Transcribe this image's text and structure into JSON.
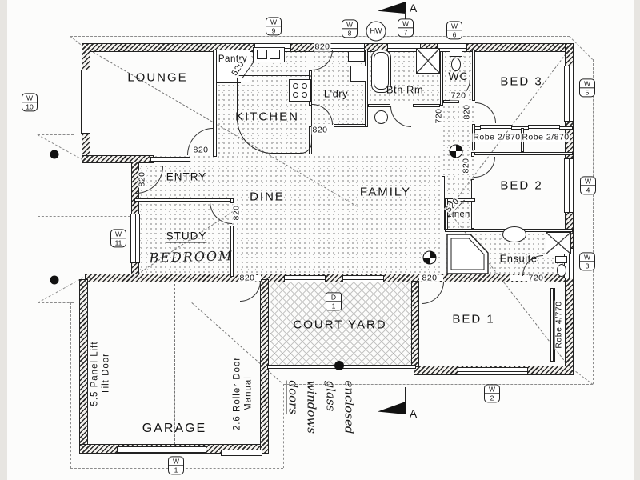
{
  "rooms": {
    "lounge": "LOUNGE",
    "pantry": "Pantry",
    "kitchen": "KITCHEN",
    "laundry": "L'dry",
    "bathroom": "Bth Rm",
    "wc": "WC",
    "bed3": "BED 3",
    "bed2": "BED 2",
    "entry": "ENTRY",
    "dine": "DINE",
    "family": "FAMILY",
    "study": "STUDY",
    "linen": "Linen",
    "ensuite": "Ensuite",
    "courtyard": "COURT YARD",
    "bed1": "BED 1",
    "garage": "GARAGE"
  },
  "robes": {
    "a": "Robe 2/870",
    "b": "Robe 2/870",
    "bed1": "Robe 4/770"
  },
  "markers": {
    "w1": {
      "t": "W",
      "n": "1"
    },
    "w2": {
      "t": "W",
      "n": "2"
    },
    "w3": {
      "t": "W",
      "n": "3"
    },
    "w4": {
      "t": "W",
      "n": "4"
    },
    "w5": {
      "t": "W",
      "n": "5"
    },
    "w6": {
      "t": "W",
      "n": "6"
    },
    "w7": {
      "t": "W",
      "n": "7"
    },
    "w8": {
      "t": "W",
      "n": "8"
    },
    "w9": {
      "t": "W",
      "n": "9"
    },
    "w10": {
      "t": "W",
      "n": "10"
    },
    "w11": {
      "t": "W",
      "n": "11"
    },
    "d1": {
      "t": "D",
      "n": "1"
    },
    "hw": "HW",
    "section": "A"
  },
  "dims": {
    "d820": "820",
    "d720": "720",
    "d520": "520"
  },
  "annotations": {
    "study_handwritten": "BEDROOM",
    "note_line1": "enclosed",
    "note_line2": "glass",
    "note_line3": "windows",
    "note_line4": "doors",
    "garage_tilt_l1": "5.5 Panel Lift",
    "garage_tilt_l2": "Tilt Door",
    "garage_roller_l1": "2.6 Roller Door",
    "garage_roller_l2": "Manual"
  },
  "colors": {
    "ink": "#1a1a1a",
    "paper": "#fcfcfb",
    "dash": "#8d8d8d"
  }
}
